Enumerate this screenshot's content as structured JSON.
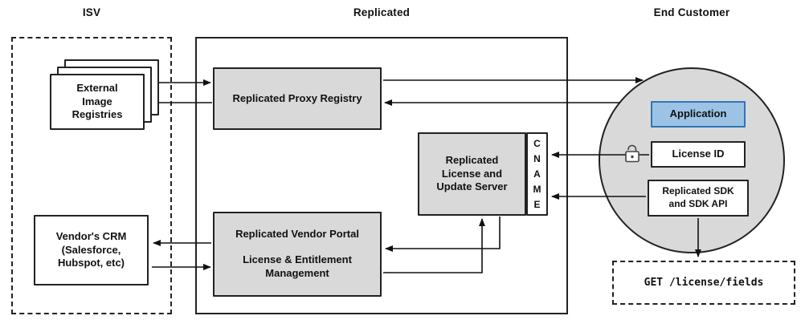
{
  "sections": {
    "isv": {
      "title": "ISV"
    },
    "replicated": {
      "title": "Replicated"
    },
    "end_customer": {
      "title": "End Customer"
    }
  },
  "nodes": {
    "external_image_registries": {
      "label": "External\nImage\nRegistries"
    },
    "vendors_crm": {
      "label": "Vendor's CRM\n(Salesforce,\nHubspot, etc)"
    },
    "replicated_proxy_registry": {
      "label": "Replicated Proxy Registry"
    },
    "replicated_license_update_server": {
      "label": "Replicated\nLicense and\nUpdate Server"
    },
    "cname": {
      "label": "C\nN\nA\nM\nE"
    },
    "replicated_vendor_portal": {
      "title": "Replicated Vendor Portal",
      "subtitle": "License & Entitlement\nManagement"
    },
    "application": {
      "label": "Application"
    },
    "license_id": {
      "label": "License ID"
    },
    "replicated_sdk": {
      "label": "Replicated SDK\nand SDK API"
    },
    "get_license_fields": {
      "label": "GET /license/fields"
    }
  },
  "icons": {
    "license_lock": "open-padlock"
  },
  "connections": [
    {
      "from": "external_image_registries",
      "to": "replicated_proxy_registry",
      "direction": "both"
    },
    {
      "from": "replicated_proxy_registry",
      "to": "end_customer_environment",
      "direction": "both"
    },
    {
      "from": "vendors_crm",
      "to": "replicated_vendor_portal",
      "direction": "both"
    },
    {
      "from": "replicated_vendor_portal",
      "to": "replicated_license_update_server",
      "direction": "both"
    },
    {
      "from": "license_id",
      "to": "cname",
      "direction": "to"
    },
    {
      "from": "replicated_sdk",
      "to": "cname",
      "direction": "to"
    },
    {
      "from": "replicated_sdk",
      "to": "get_license_fields",
      "direction": "to"
    }
  ],
  "colors": {
    "node_gray": "#d9d9d9",
    "circle_gray": "#d9d9d9",
    "application_fill": "#9cc3e5",
    "application_border": "#2e75b6",
    "outline": "#222222",
    "background": "#ffffff"
  }
}
